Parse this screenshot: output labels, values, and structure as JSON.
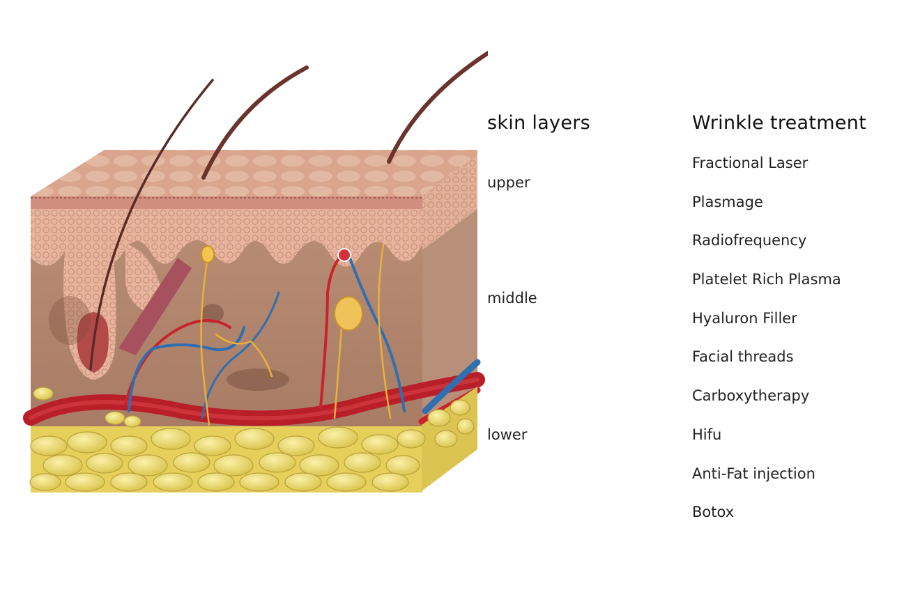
{
  "skin_layers": {
    "heading": "skin layers",
    "layers": [
      {
        "label": "upper"
      },
      {
        "label": "middle"
      },
      {
        "label": "lower"
      }
    ]
  },
  "treatments": {
    "heading": "Wrinkle treatment",
    "items": [
      "Fractional Laser",
      "Plasmage",
      "Radiofrequency",
      "Platelet Rich Plasma",
      "Hyaluron Filler",
      "Facial threads",
      "Carboxytherapy",
      "Hifu",
      "Anti-Fat injection",
      "Botox"
    ]
  },
  "colors": {
    "epidermis": "#e8b9a0",
    "dermis": "#c9a085",
    "artery": "#c8232c",
    "vein": "#2f6fb0",
    "nerve": "#e8b23a",
    "fat": "#f0dc6a"
  }
}
